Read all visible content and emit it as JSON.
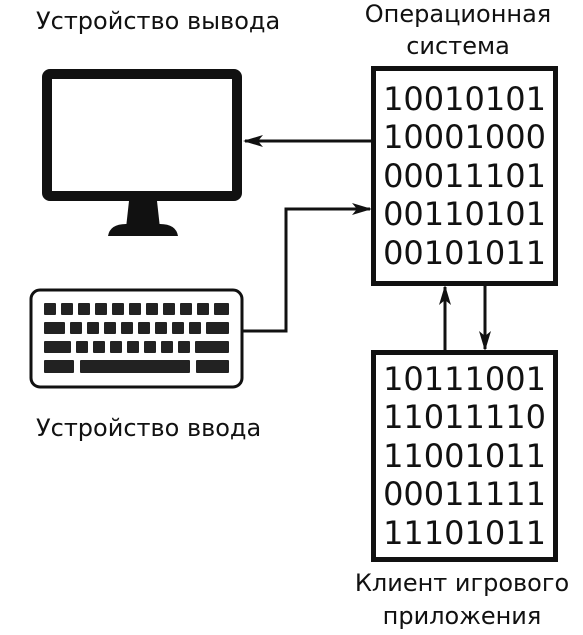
{
  "labels": {
    "output_device": "Устройство вывода",
    "input_device": "Устройство ввода",
    "os_line1": "Операционная",
    "os_line2": "система",
    "client_line1": "Клиент игрового",
    "client_line2": "приложения"
  },
  "os_binary": [
    "10010101",
    "10001000",
    "00011101",
    "00110101",
    "00101011"
  ],
  "client_binary": [
    "10111001",
    "11011110",
    "11001011",
    "00011111",
    "11101011"
  ],
  "colors": {
    "stroke": "#111111",
    "background": "#ffffff"
  },
  "icons": {
    "monitor": "monitor-icon",
    "keyboard": "keyboard-icon"
  }
}
